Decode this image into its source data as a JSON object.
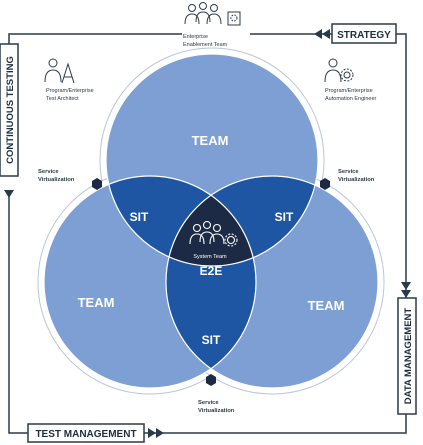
{
  "colors": {
    "light_blue": "#7d9fd3",
    "mid_blue": "#1f56a3",
    "dark_navy": "#1d2a45",
    "frame": "#2b3a4a",
    "background": "#ffffff"
  },
  "frame": {
    "strategy": "STRATEGY",
    "continuous_testing": "CONTINUOUS TESTING",
    "test_management": "TEST MANAGEMENT",
    "data_management": "DATA MANAGEMENT"
  },
  "roles": {
    "enterprise_team": {
      "line1": "Enterprise",
      "line2": "Enablement Team",
      "icon": "team-with-gear-icon"
    },
    "test_architect": {
      "line1": "Program/Enterprise",
      "line2": "Test Architect",
      "icon": "architect-icon"
    },
    "automation_engineer": {
      "line1": "Program/Enterprise",
      "line2": "Automation Engineer",
      "icon": "engineer-gear-icon"
    }
  },
  "venn": {
    "top_team": "TEAM",
    "left_team": "TEAM",
    "right_team": "TEAM",
    "sit_left": "SIT",
    "sit_right": "SIT",
    "sit_bottom": "SIT",
    "center_caption": "System Team",
    "center_title": "E2E"
  },
  "service_virtualization": {
    "left": {
      "line1": "Service",
      "line2": "Virtualization"
    },
    "right": {
      "line1": "Service",
      "line2": "Virtualization"
    },
    "bottom": {
      "line1": "Service",
      "line2": "Virtualization"
    }
  }
}
